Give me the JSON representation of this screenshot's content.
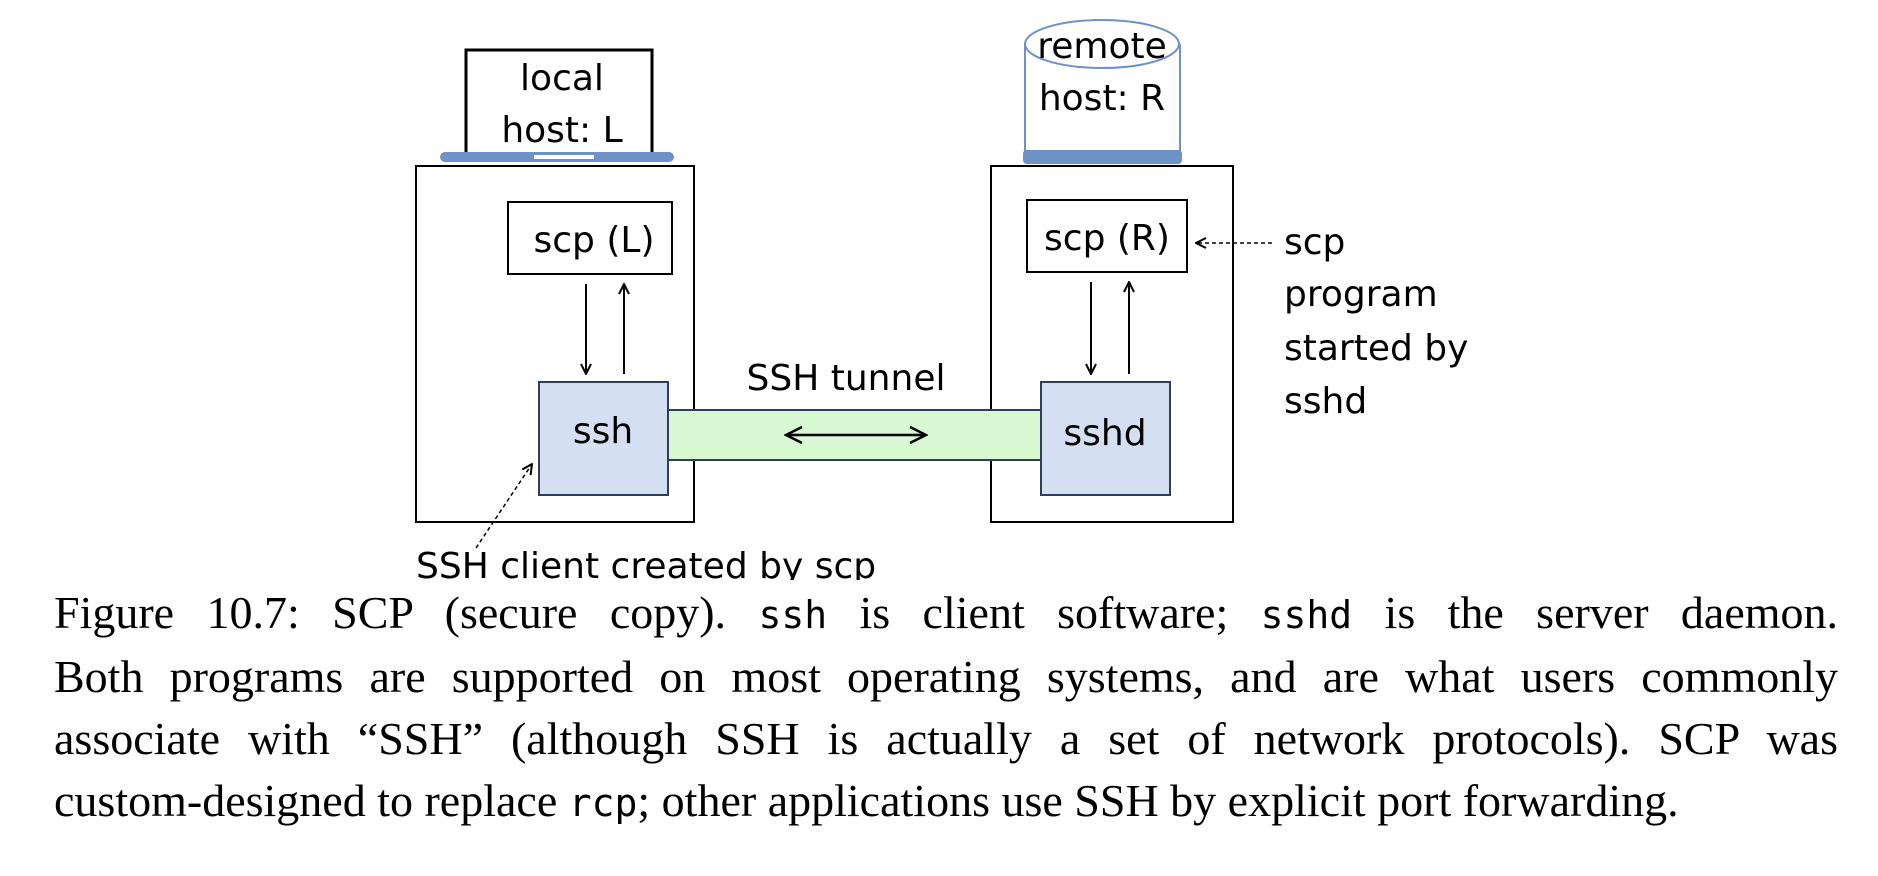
{
  "diagram": {
    "local_host": {
      "line1": "local",
      "line2": "host: L"
    },
    "remote_host": {
      "line1": "remote",
      "line2": "host: R"
    },
    "scp_local": "scp (L)",
    "scp_remote": "scp (R)",
    "ssh": "ssh",
    "sshd": "sshd",
    "tunnel_label": "SSH tunnel",
    "client_note": "SSH client created by scp",
    "remote_note": [
      "scp",
      "program",
      "started by",
      "sshd"
    ],
    "colors": {
      "process_fill": "#d4e0f2",
      "process_stroke": "#2f3f5a",
      "tunnel_fill": "#d8f8d4",
      "device_blue": "#6e91c6"
    }
  },
  "caption": {
    "l1_a": "Figure 10.7:   SCP (secure copy).",
    "l1_code1": "ssh",
    "l1_b": "is client software;",
    "l1_code2": "sshd",
    "l1_c": "is the server daemon.",
    "l2": "Both programs are supported on most operating systems, and are what users commonly",
    "l3": "associate with “SSH” (although SSH is actually a set of network protocols).  SCP was",
    "l4_a": "custom-designed to replace",
    "l4_code": "rcp",
    "l4_b": "; other applications use SSH by explicit port forwarding."
  }
}
